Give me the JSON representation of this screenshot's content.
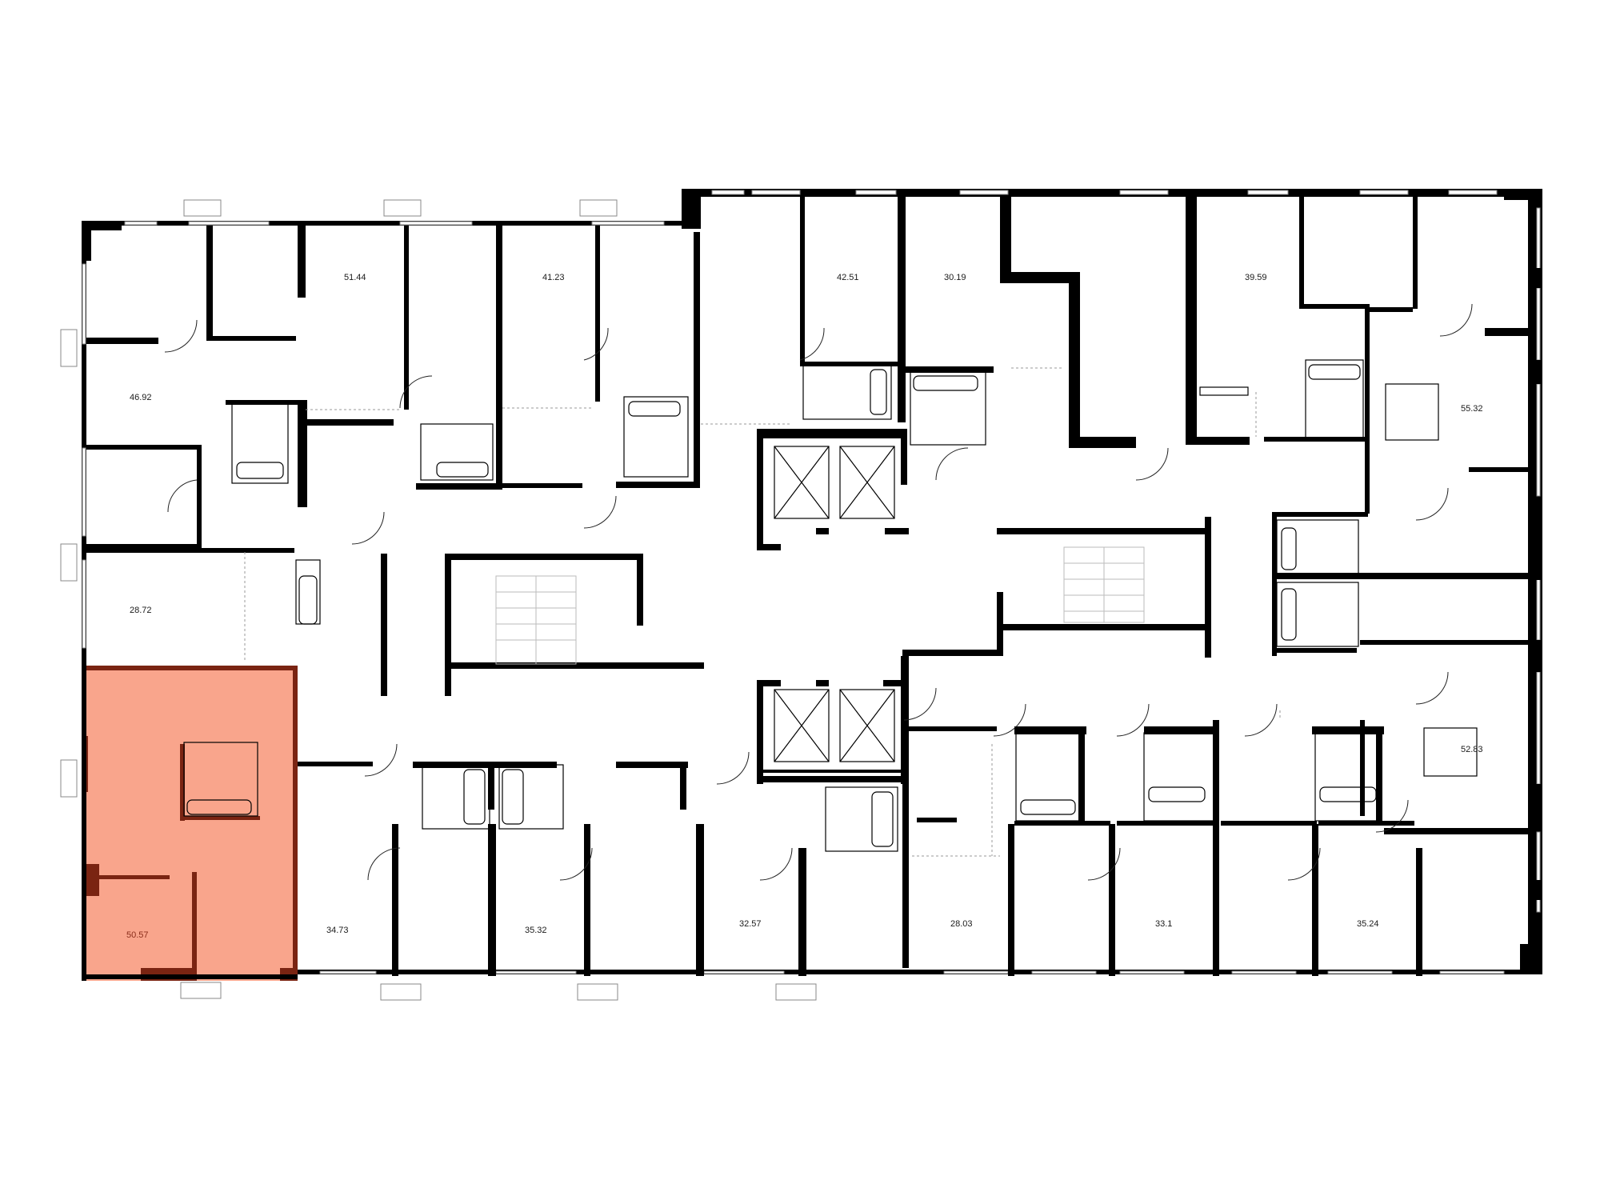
{
  "plan": {
    "highlight_color": "#f9a58c",
    "highlight_wall_color": "#7a2412",
    "wall_color": "#000000",
    "selected_unit": "50.57",
    "units": [
      {
        "id": "u1",
        "area": "46.92"
      },
      {
        "id": "u2",
        "area": "51.44"
      },
      {
        "id": "u3",
        "area": "41.23"
      },
      {
        "id": "u4",
        "area": "42.51"
      },
      {
        "id": "u5",
        "area": "30.19"
      },
      {
        "id": "u6",
        "area": "39.59"
      },
      {
        "id": "u7",
        "area": "55.32"
      },
      {
        "id": "u8",
        "area": "28.72"
      },
      {
        "id": "u9",
        "area": "52.83"
      },
      {
        "id": "u10",
        "area": "50.57"
      },
      {
        "id": "u11",
        "area": "34.73"
      },
      {
        "id": "u12",
        "area": "35.32"
      },
      {
        "id": "u13",
        "area": "32.57"
      },
      {
        "id": "u14",
        "area": "28.03"
      },
      {
        "id": "u15",
        "area": "33.1"
      },
      {
        "id": "u16",
        "area": "35.24"
      }
    ]
  }
}
